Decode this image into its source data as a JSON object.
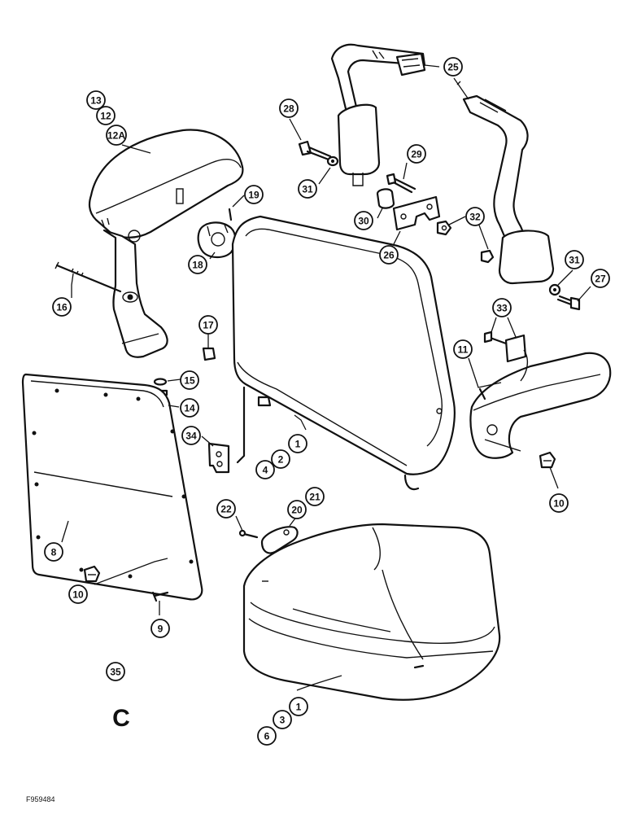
{
  "callouts": [
    {
      "id": "c13",
      "label": "13"
    },
    {
      "id": "c12",
      "label": "12"
    },
    {
      "id": "c12a",
      "label": "12A"
    },
    {
      "id": "c16",
      "label": "16"
    },
    {
      "id": "c15",
      "label": "15"
    },
    {
      "id": "c14",
      "label": "14"
    },
    {
      "id": "c17",
      "label": "17"
    },
    {
      "id": "c18",
      "label": "18"
    },
    {
      "id": "c19",
      "label": "19"
    },
    {
      "id": "c28",
      "label": "28"
    },
    {
      "id": "c31a",
      "label": "31"
    },
    {
      "id": "c29",
      "label": "29"
    },
    {
      "id": "c30",
      "label": "30"
    },
    {
      "id": "c26",
      "label": "26"
    },
    {
      "id": "c32",
      "label": "32"
    },
    {
      "id": "c25",
      "label": "25"
    },
    {
      "id": "c31b",
      "label": "31"
    },
    {
      "id": "c27",
      "label": "27"
    },
    {
      "id": "c33",
      "label": "33"
    },
    {
      "id": "c11",
      "label": "11"
    },
    {
      "id": "c10a",
      "label": "10"
    },
    {
      "id": "c34",
      "label": "34"
    },
    {
      "id": "c1a",
      "label": "1"
    },
    {
      "id": "c2",
      "label": "2"
    },
    {
      "id": "c4",
      "label": "4"
    },
    {
      "id": "c8",
      "label": "8"
    },
    {
      "id": "c10b",
      "label": "10"
    },
    {
      "id": "c9",
      "label": "9"
    },
    {
      "id": "c22",
      "label": "22"
    },
    {
      "id": "c20",
      "label": "20"
    },
    {
      "id": "c21",
      "label": "21"
    },
    {
      "id": "c35",
      "label": "35"
    },
    {
      "id": "c1b",
      "label": "1"
    },
    {
      "id": "c3",
      "label": "3"
    },
    {
      "id": "c6",
      "label": "6"
    }
  ],
  "symbol_c": "C",
  "figure_id": "F959484"
}
